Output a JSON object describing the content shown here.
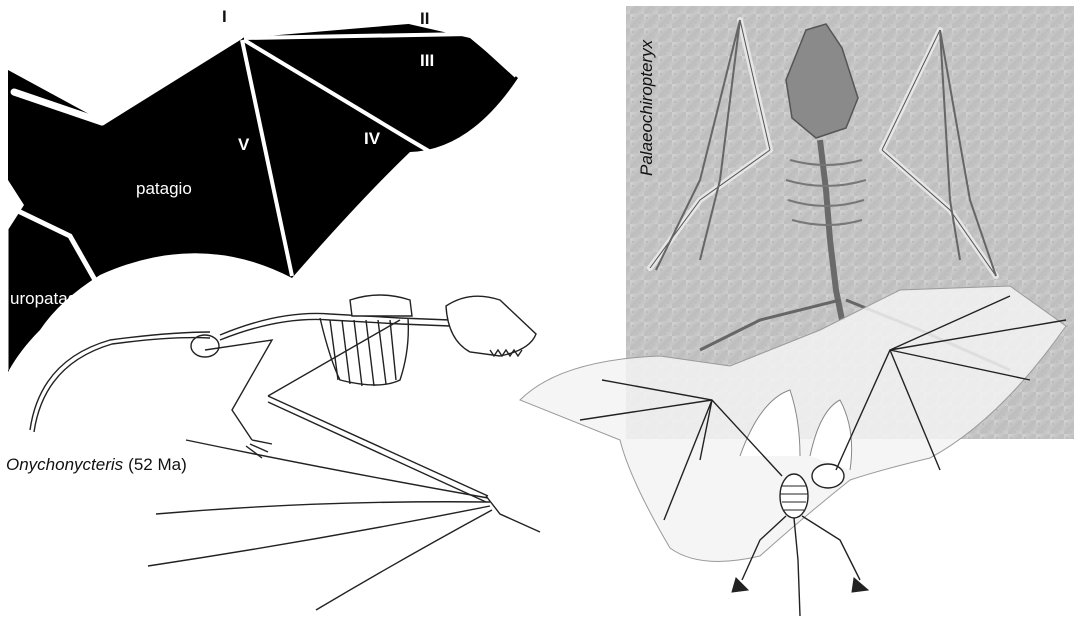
{
  "colors": {
    "membrane": "#000000",
    "bone": "#ffffff",
    "fossil_slab": "#c9c9c9",
    "line": "#222222",
    "background": "#ffffff"
  },
  "wing_diagram": {
    "digits": [
      "I",
      "II",
      "III",
      "IV",
      "V"
    ],
    "membrane_label": "patagio",
    "tail_membrane_label": "uropatagio"
  },
  "onychonycteris": {
    "genus": "Onychonycteris",
    "age": "(52 Ma)"
  },
  "palaeochiropteryx": {
    "genus": "Palaeochiropteryx"
  }
}
